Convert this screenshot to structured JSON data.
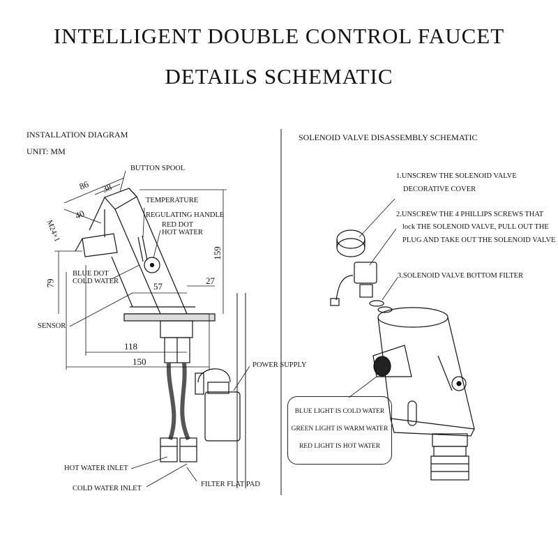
{
  "title": {
    "line1": "INTELLIGENT DOUBLE CONTROL FAUCET",
    "line2": "DETAILS SCHEMATIC"
  },
  "left_panel": {
    "heading": "INSTALLATION DIAGRAM",
    "unit": "UNIT: MM",
    "labels": {
      "button_spool": "BUTTON SPOOL",
      "temperature": "TEMPERATURE",
      "regulating_handle": "REGULATING HANDLE",
      "red_dot": "RED DOT",
      "hot_water": "HOT WATER",
      "blue_dot": "BLUE DOT",
      "cold_water": "COLD WATER",
      "sensor": "SENSOR",
      "power_supply": "POWER SUPPLY",
      "hot_water_inlet": "HOT WATER INLET",
      "cold_water_inlet": "COLD WATER INLET",
      "filter_flat_pad": "FILTER FLAT PAD"
    },
    "dimensions": {
      "d86": "86",
      "d38": "38",
      "d40": "40",
      "thread": "M24×1",
      "d159": "159",
      "d79": "79",
      "d57": "57",
      "d27": "27",
      "d118": "118",
      "d150": "150"
    }
  },
  "right_panel": {
    "heading": "SOLENOID VALVE DISASSEMBLY SCHEMATIC",
    "step1_line1": "1.UNSCREW THE SOLENOID VALVE",
    "step1_line2": "DECORATIVE COVER",
    "step2_line1": "2.UNSCREW THE 4 PHILLIPS SCREWS THAT",
    "step2_line2": "lock THE SOLENOID VALVE, PULL OUT THE",
    "step2_line3": "PLUG AND TAKE OUT THE SOLENOID VALVE",
    "step3": "3.SOLENOID VALVE BOTTOM FILTER",
    "legend": {
      "blue": "BLUE LIGHT IS COLD WATER",
      "green": "GREEN LIGHT IS WARM WATER",
      "red": "RED LIGHT IS HOT WATER"
    }
  }
}
